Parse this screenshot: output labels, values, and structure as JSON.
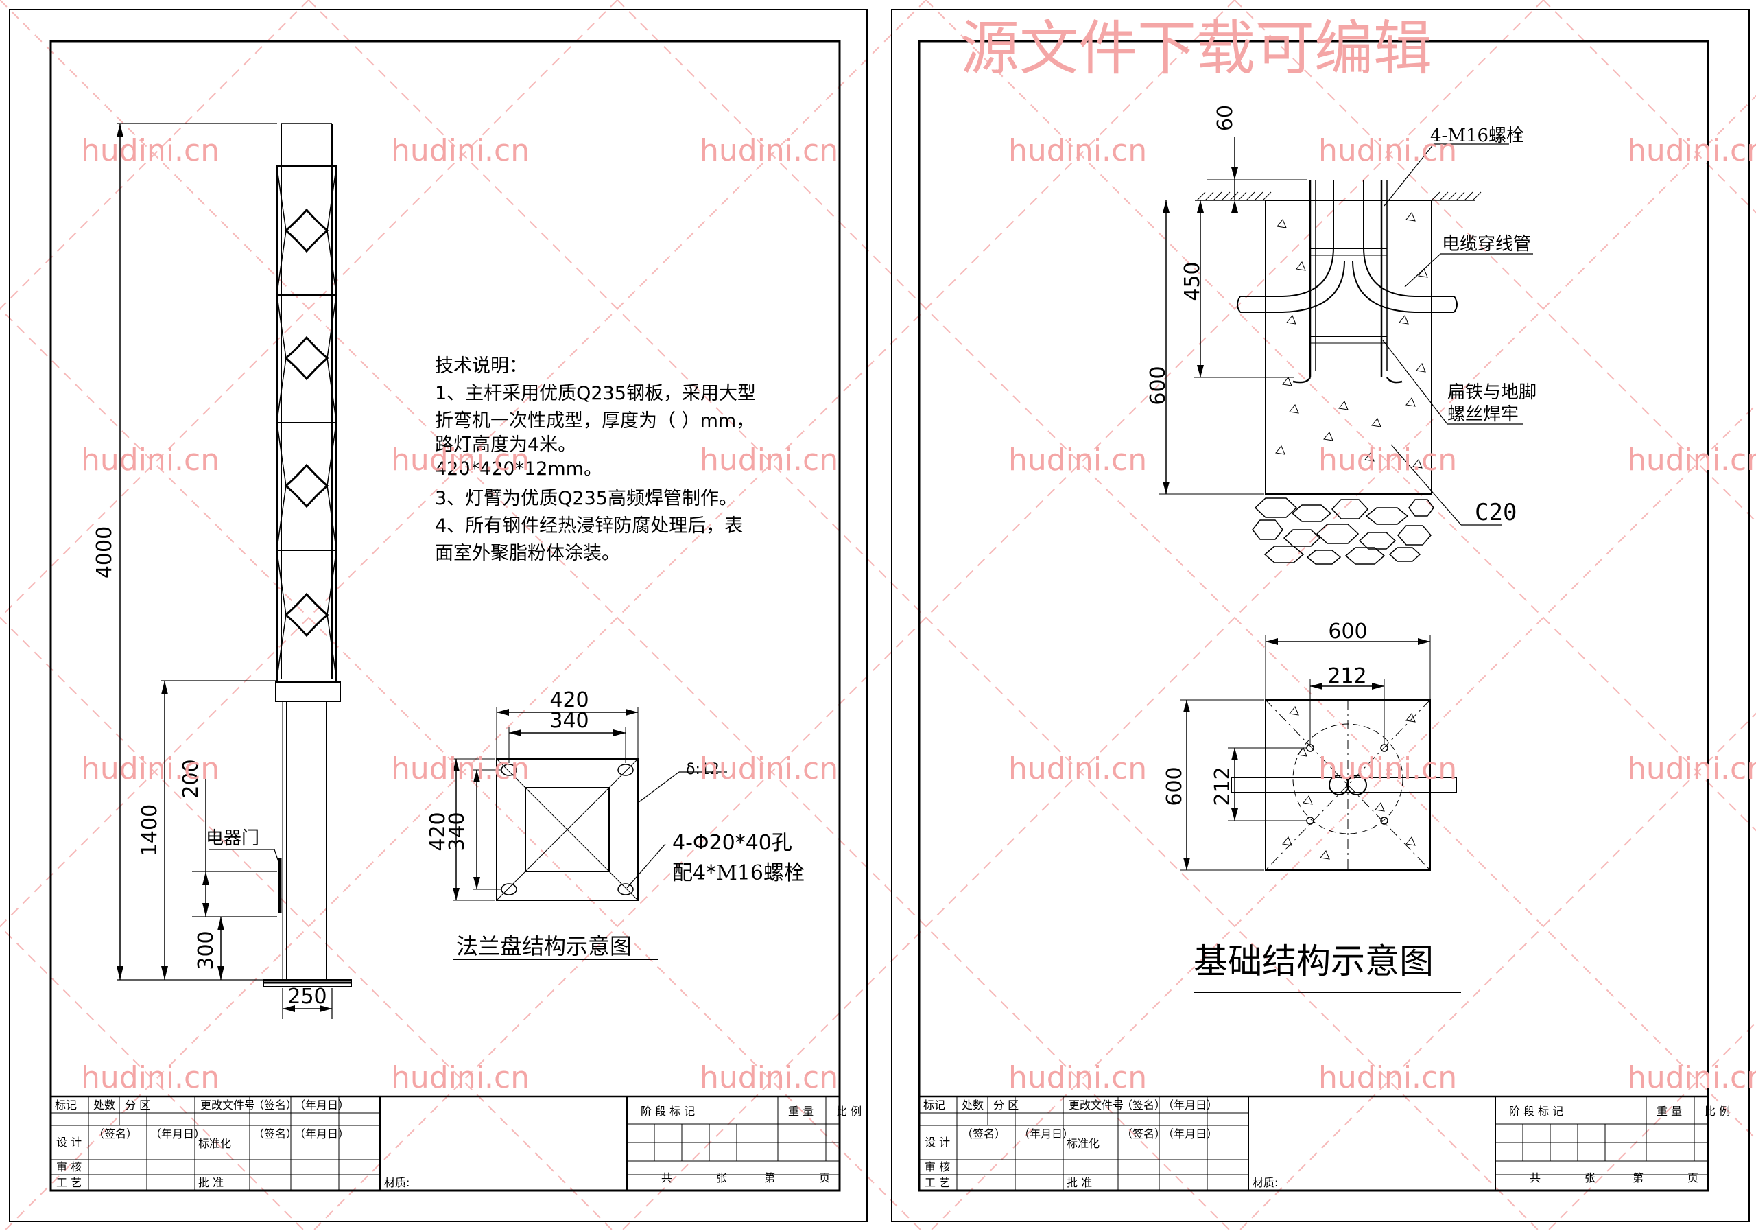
{
  "watermark": {
    "banner": "源文件下载可编辑",
    "site": "hudini.cn",
    "color": "#f4a6a6"
  },
  "sheet_left": {
    "pole": {
      "height": "4000",
      "dim_1400": "1400",
      "dim_200": "200",
      "dim_300": "300",
      "base_width": "250",
      "door_label": "电器门"
    },
    "tech_notes": {
      "title": "技术说明：",
      "lines": [
        "1、主杆采用优质Q235钢板，采用大型",
        "折弯机一次性成型，厚度为（  ）mm，",
        "路灯高度为4米。",
        "420*420*12mm。",
        "3、灯臂为优质Q235高频焊管制作。",
        "4、所有钢件经热浸锌防腐处理后，表",
        "面室外聚脂粉体涂装。"
      ]
    },
    "flange": {
      "outer": "420",
      "inner": "340",
      "outer_v": "420",
      "inner_v": "340",
      "thickness": "δ:12",
      "holes_line1": "4-Φ20*40孔",
      "holes_line2": "配4*M16螺栓",
      "title": "法兰盘结构示意图"
    },
    "title_block": {
      "row1": [
        "标记",
        "处数",
        "分 区",
        "更改文件号",
        "（签名）",
        "（年月日）"
      ],
      "sign": "（签名）",
      "date": "（年月日）",
      "design": "设 计",
      "standard": "标准化",
      "review": "审 核",
      "process": "工 艺",
      "approve": "批 准",
      "material": "材质:",
      "stage_mark": "阶 段 标 记",
      "weight": "重 量",
      "scale": "比 例",
      "total": "共",
      "sheets": "张",
      "page_no": "第",
      "page": "页"
    }
  },
  "sheet_right": {
    "foundation": {
      "dim_60": "60",
      "dim_450": "450",
      "dim_600": "600",
      "bolts": "4-M16螺栓",
      "cable_pipe": "电缆穿线管",
      "weld_line1": "扁铁与地脚",
      "weld_line2": "螺丝焊牢",
      "concrete": "C20"
    },
    "plan": {
      "width": "600",
      "bolt_spacing": "212",
      "height": "600",
      "bolt_spacing_v": "212"
    },
    "title": "基础结构示意图",
    "title_block": {
      "row1": [
        "标记",
        "处数",
        "分 区",
        "更改文件号",
        "（签名）",
        "（年月日）"
      ],
      "sign": "（签名）",
      "date": "（年月日）",
      "design": "设 计",
      "standard": "标准化",
      "review": "审 核",
      "process": "工 艺",
      "approve": "批 准",
      "material": "材质:",
      "stage_mark": "阶 段 标 记",
      "weight": "重 量",
      "scale": "比 例",
      "total": "共",
      "sheets": "张",
      "page_no": "第",
      "page": "页"
    }
  }
}
